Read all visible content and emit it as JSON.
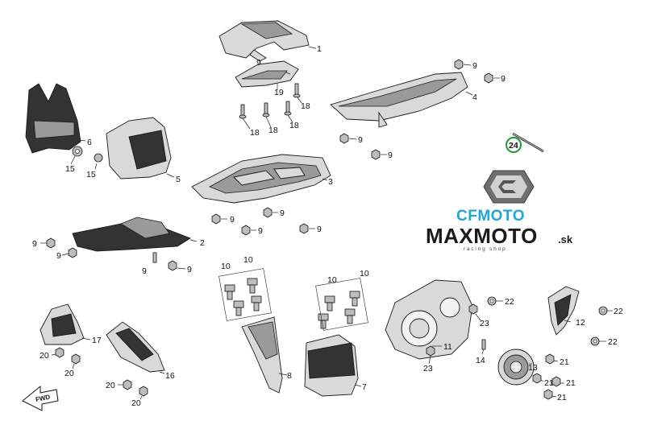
{
  "diagram": {
    "callouts": [
      {
        "id": "c1",
        "text": "1"
      },
      {
        "id": "c2",
        "text": "2"
      },
      {
        "id": "c3",
        "text": "3"
      },
      {
        "id": "c4",
        "text": "4"
      },
      {
        "id": "c5",
        "text": "5"
      },
      {
        "id": "c6",
        "text": "6"
      },
      {
        "id": "c7",
        "text": "7"
      },
      {
        "id": "c8",
        "text": "8"
      },
      {
        "id": "c9a",
        "text": "9"
      },
      {
        "id": "c9b",
        "text": "9"
      },
      {
        "id": "c9c",
        "text": "9"
      },
      {
        "id": "c9d",
        "text": "9"
      },
      {
        "id": "c9e",
        "text": "9"
      },
      {
        "id": "c9f",
        "text": "9"
      },
      {
        "id": "c9g",
        "text": "9"
      },
      {
        "id": "c9h",
        "text": "9"
      },
      {
        "id": "c9i",
        "text": "9"
      },
      {
        "id": "c9j",
        "text": "9"
      },
      {
        "id": "c9k",
        "text": "9"
      },
      {
        "id": "c9l",
        "text": "9"
      },
      {
        "id": "c9m",
        "text": "9"
      },
      {
        "id": "c10a",
        "text": "10"
      },
      {
        "id": "c10b",
        "text": "10"
      },
      {
        "id": "c10c",
        "text": "10"
      },
      {
        "id": "c10d",
        "text": "10"
      },
      {
        "id": "c11",
        "text": "11"
      },
      {
        "id": "c12",
        "text": "12"
      },
      {
        "id": "c13",
        "text": "13"
      },
      {
        "id": "c14",
        "text": "14"
      },
      {
        "id": "c15a",
        "text": "15"
      },
      {
        "id": "c15b",
        "text": "15"
      },
      {
        "id": "c16",
        "text": "16"
      },
      {
        "id": "c17",
        "text": "17"
      },
      {
        "id": "c18a",
        "text": "18"
      },
      {
        "id": "c18b",
        "text": "18"
      },
      {
        "id": "c18c",
        "text": "18"
      },
      {
        "id": "c18d",
        "text": "18"
      },
      {
        "id": "c19",
        "text": "19"
      },
      {
        "id": "c20a",
        "text": "20"
      },
      {
        "id": "c20b",
        "text": "20"
      },
      {
        "id": "c20c",
        "text": "20"
      },
      {
        "id": "c20d",
        "text": "20"
      },
      {
        "id": "c21a",
        "text": "21"
      },
      {
        "id": "c21b",
        "text": "21"
      },
      {
        "id": "c21c",
        "text": "21"
      },
      {
        "id": "c21d",
        "text": "21"
      },
      {
        "id": "c22a",
        "text": "22"
      },
      {
        "id": "c22b",
        "text": "22"
      },
      {
        "id": "c22c",
        "text": "22"
      },
      {
        "id": "c23a",
        "text": "23"
      },
      {
        "id": "c23b",
        "text": "23"
      },
      {
        "id": "c24",
        "text": "24"
      }
    ],
    "highlight_color": "#1f9a3a",
    "direction_marker": "FWD"
  },
  "branding": {
    "cfmoto_text": "CFMOTO",
    "maxmoto_text": "MAXMOTO",
    "maxmoto_suffix": ".sk",
    "maxmoto_tagline": "racing shop",
    "cfmoto_color": "#1ea7d9",
    "maxmoto_color": "#1b1b1b"
  }
}
